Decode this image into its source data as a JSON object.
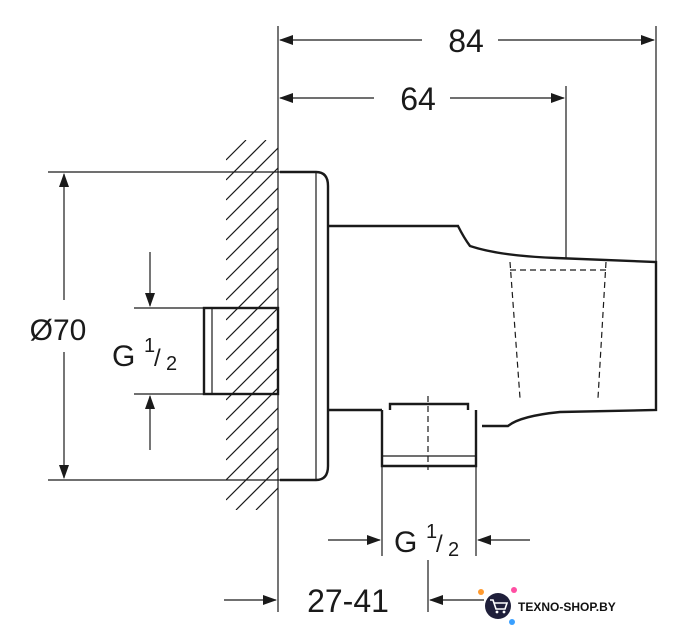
{
  "drawing": {
    "dimensions": {
      "overall_length": "84",
      "body_length": "64",
      "diameter": "Ø70",
      "inlet_thread_main": "G",
      "inlet_thread_num": "1",
      "inlet_thread_den": "2",
      "outlet_thread_main": "G",
      "outlet_thread_num": "1",
      "outlet_thread_den": "2",
      "projection_range": "27-41"
    }
  },
  "watermark": {
    "text": "TEXNO-SHOP.BY",
    "colors": {
      "badge": "#1f1f3a",
      "dot_pink": "#ff4fa3",
      "dot_blue": "#3aa0ff",
      "dot_orange": "#ff9a2e"
    }
  }
}
